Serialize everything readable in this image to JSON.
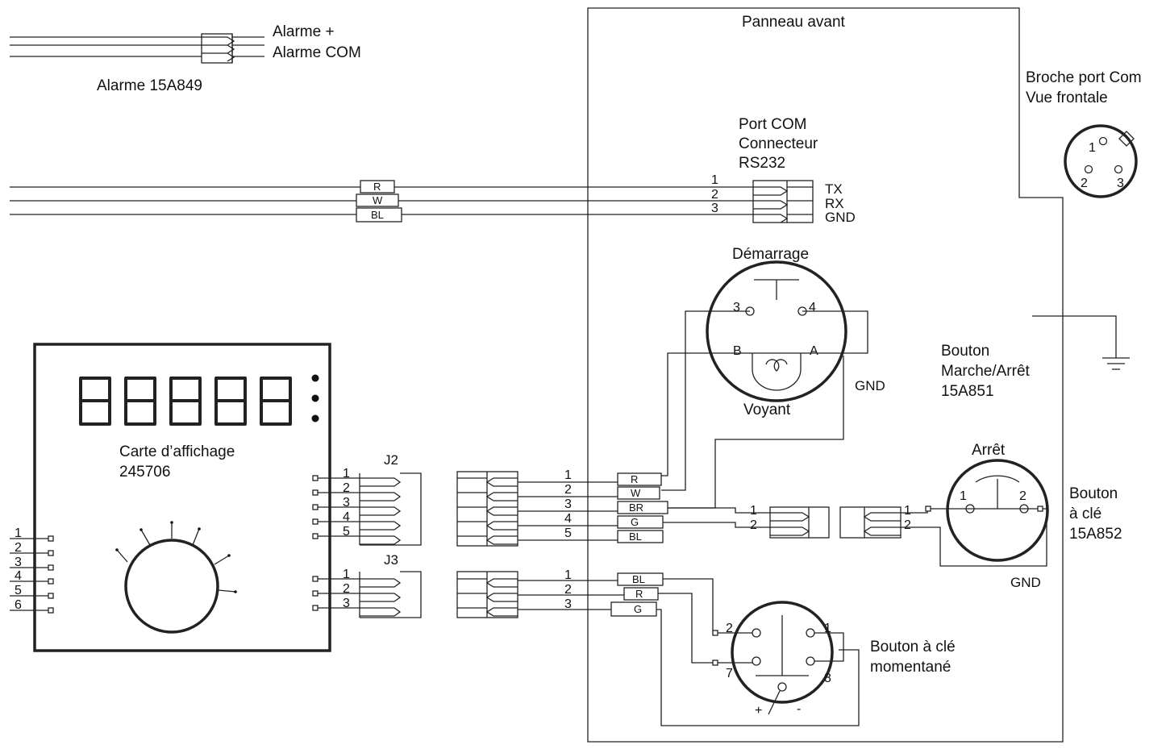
{
  "labels": {
    "alarm_plus": "Alarme +",
    "alarm_com": "Alarme COM",
    "alarm_part": "Alarme 15A849",
    "front_panel": "Panneau avant",
    "com_pin_title_1": "Broche port Com",
    "com_pin_title_2": "Vue frontale",
    "port_com_1": "Port COM",
    "port_com_2": "Connecteur",
    "port_com_3": "RS232",
    "tx": "TX",
    "rx": "RX",
    "gnd": "GND",
    "start": "Démarrage",
    "lamp": "Voyant",
    "pin_b": "B",
    "pin_a": "A",
    "onoff_1": "Bouton",
    "onoff_2": "Marche/Arrêt",
    "onoff_3": "15A851",
    "display_1": "Carte d’affichage",
    "display_2": "245706",
    "j2": "J2",
    "j3": "J3",
    "stop": "Arrêt",
    "key_1": "Bouton",
    "key_2": "à clé",
    "key_3": "15A852",
    "momentary_1": "Bouton à clé",
    "momentary_2": "momentané",
    "plus": "+",
    "minus": "-"
  },
  "pin_numbers": [
    "1",
    "2",
    "3",
    "4",
    "5",
    "6",
    "7",
    "8"
  ],
  "wire_colors": {
    "r": "R",
    "w": "W",
    "bl": "BL",
    "br": "BR",
    "g": "G"
  }
}
